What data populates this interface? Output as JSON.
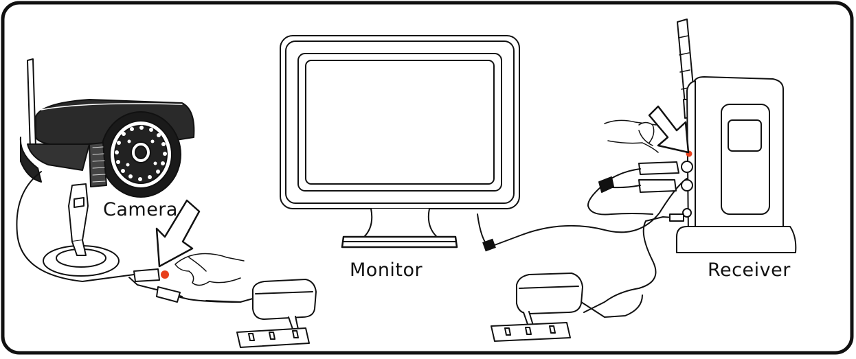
{
  "labels": {
    "camera": "Camera",
    "monitor": "Monitor",
    "receiver": "Receiver"
  },
  "colors": {
    "line": "#111111",
    "power_dot": "#e8401c",
    "background": "#ffffff"
  },
  "icons": [
    "camera",
    "monitor",
    "receiver",
    "arrow",
    "hand",
    "power-adapter",
    "power-strip"
  ]
}
